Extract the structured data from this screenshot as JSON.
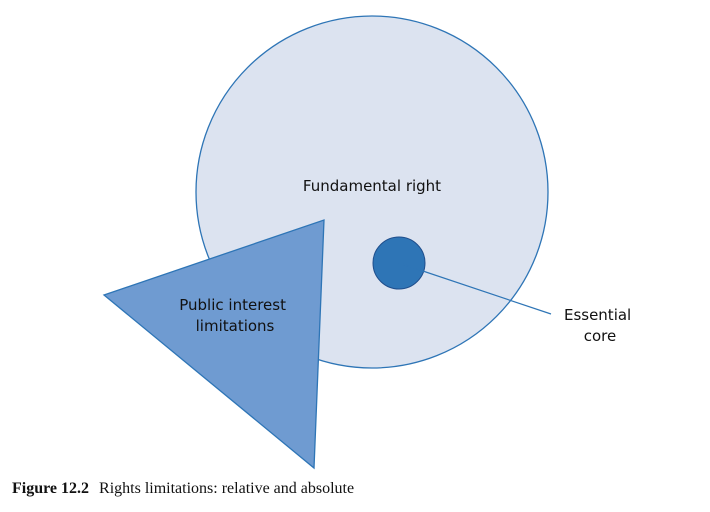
{
  "diagram": {
    "circle_label": "Fundamental right",
    "triangle_label_lines": [
      "Public interest",
      "limitations"
    ],
    "core_label_lines": [
      "Essential",
      "core"
    ]
  },
  "caption": {
    "number": "Figure 12.2",
    "text": "Rights limitations: relative and absolute"
  },
  "colors": {
    "big_circle_fill": "#dce3f0",
    "big_circle_stroke": "#2e75b6",
    "triangle_fill": "#6f9bd1",
    "triangle_stroke": "#2e75b6",
    "core_fill": "#2e75b6",
    "core_stroke": "#1f4e8c",
    "leader_line": "#2e75b6"
  }
}
